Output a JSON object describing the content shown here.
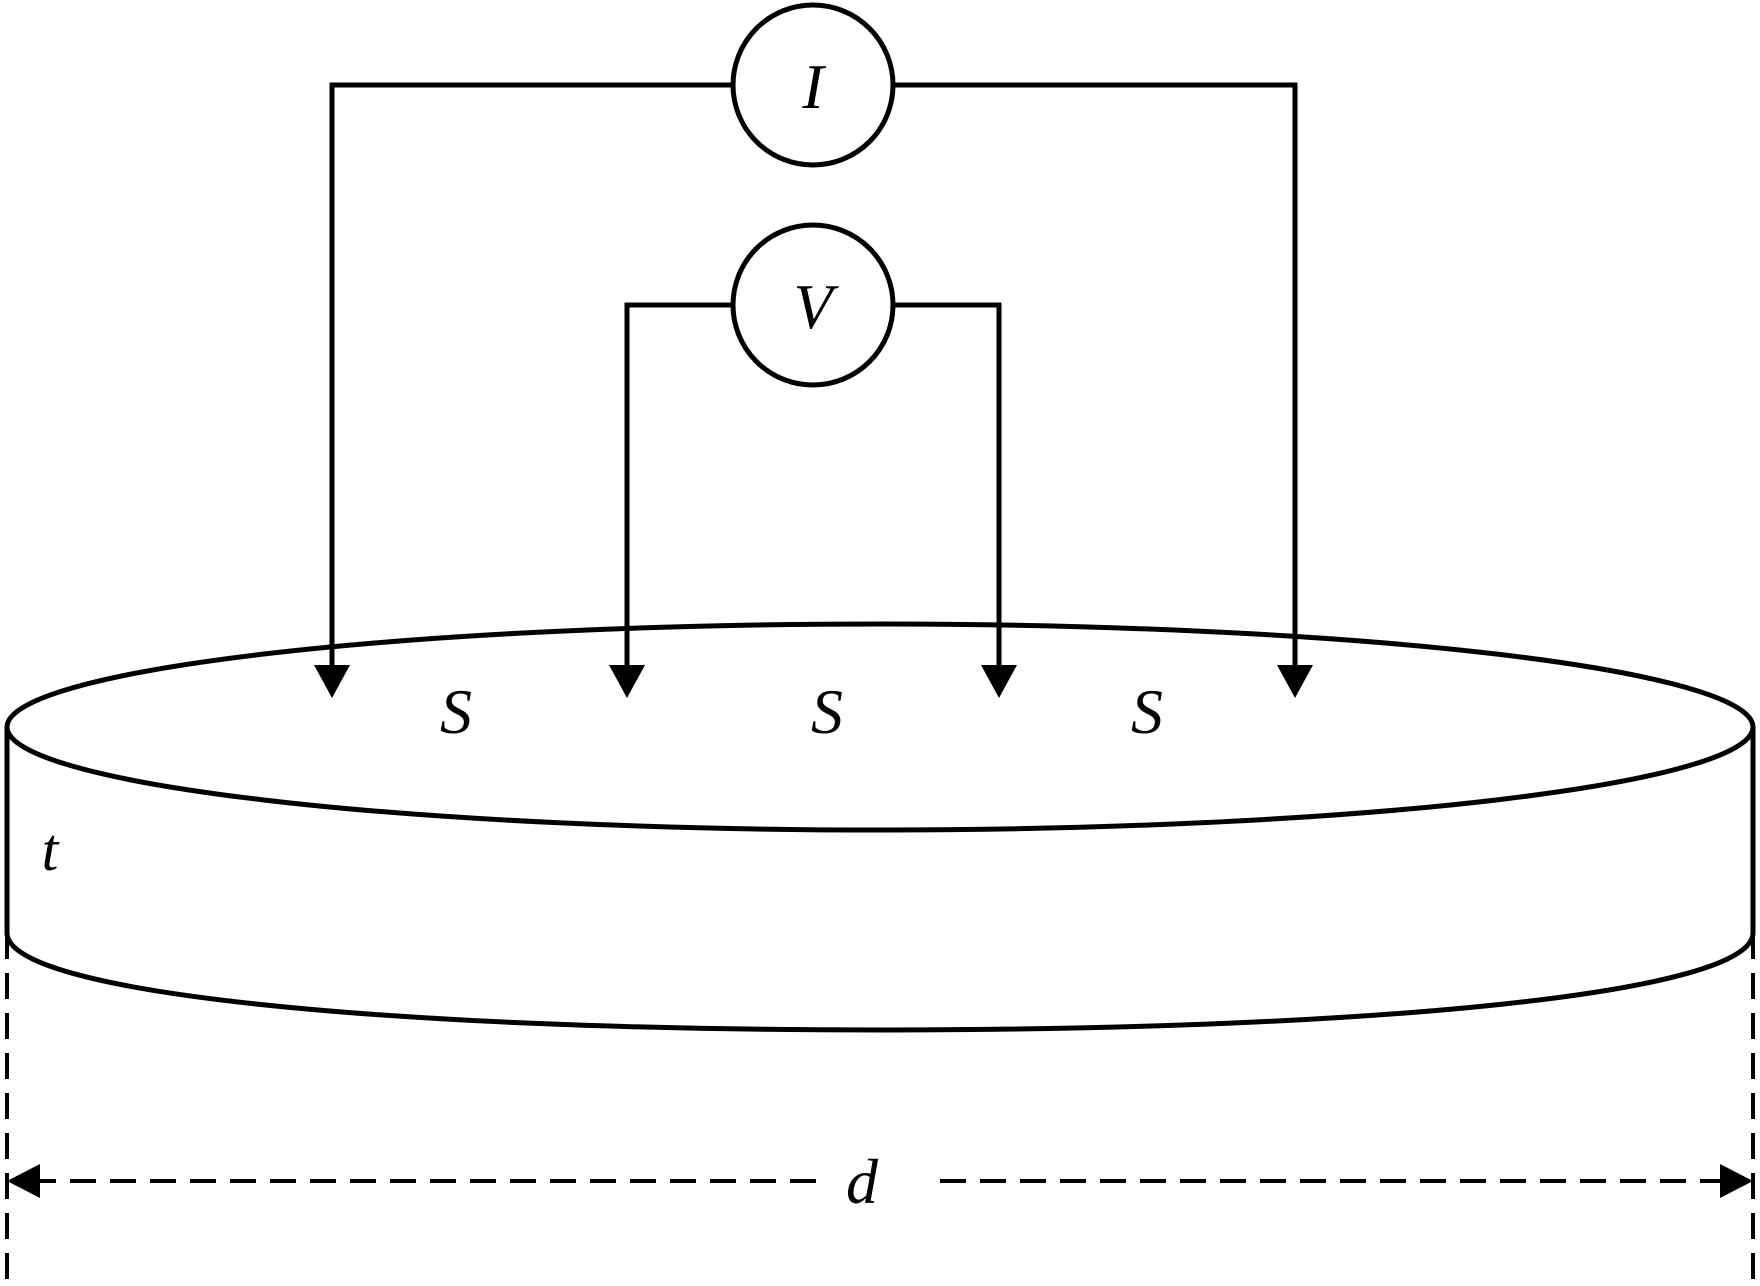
{
  "diagram": {
    "meters": {
      "current_symbol": "I",
      "voltage_symbol": "V"
    },
    "probe_spacing_labels": [
      "S",
      "S",
      "S"
    ],
    "thickness_label": "t",
    "diameter_label": "d",
    "colors": {
      "line": "#000000",
      "background": "#ffffff"
    }
  }
}
